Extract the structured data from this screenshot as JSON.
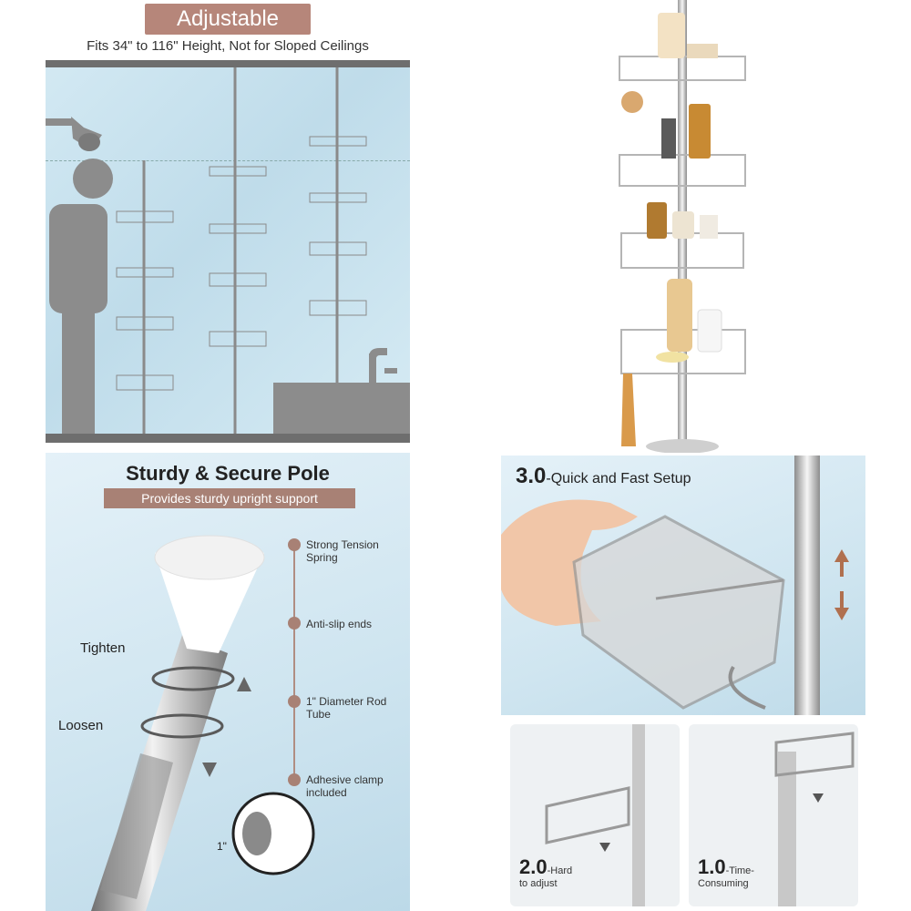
{
  "adjustable": {
    "badge": "Adjustable",
    "subtitle": "Fits 34\" to 116\" Height, Not for Sloped Ceilings"
  },
  "sturdy": {
    "title": "Sturdy & Secure Pole",
    "tagline": "Provides sturdy upright support",
    "features": [
      "Strong Tension Spring",
      "Anti-slip ends",
      "1\" Diameter Rod Tube",
      "Adhesive clamp included"
    ],
    "tighten": "Tighten",
    "loosen": "Loosen",
    "diameter": "1\""
  },
  "setup": {
    "big_num": "3.0",
    "big_text": "-Quick and Fast Setup",
    "step2_num": "2.0",
    "step2_text": "-Hard",
    "step2_text2": "to adjust",
    "step1_num": "1.0",
    "step1_text": "-Time-",
    "step1_text2": "Consuming"
  },
  "colors": {
    "accent": "#b6867a",
    "bar": "#6e6e6e",
    "sky": "#cfe5f0"
  }
}
